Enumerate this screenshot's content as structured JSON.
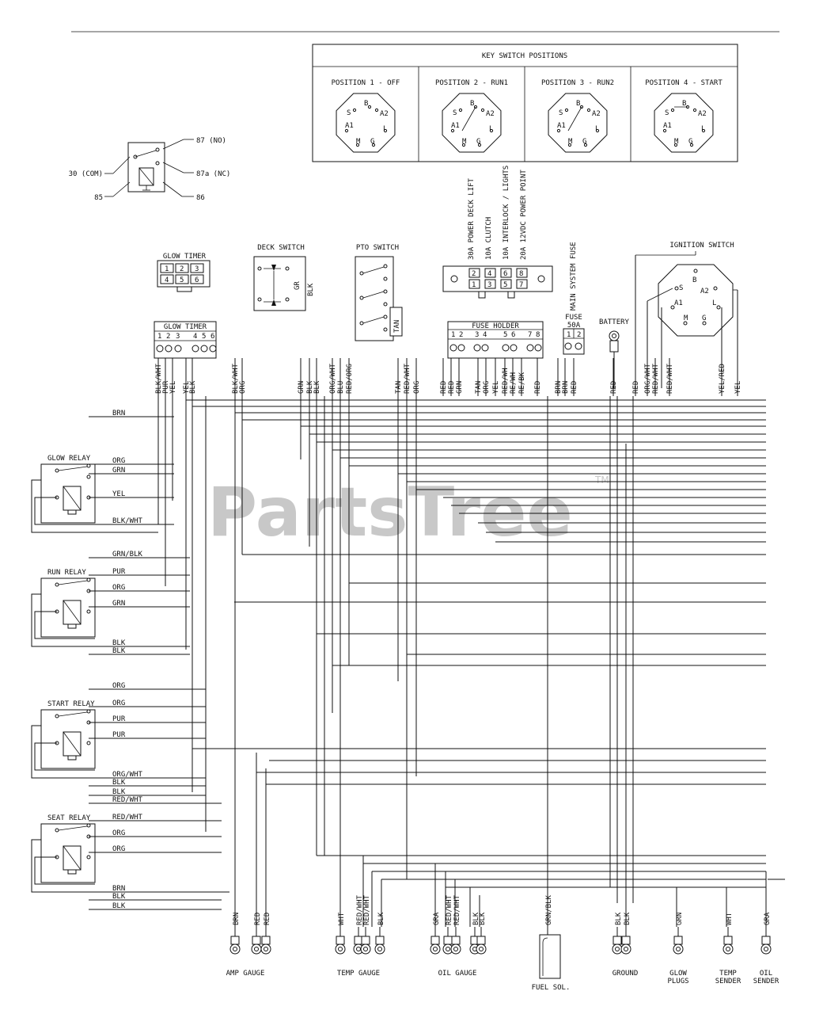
{
  "watermark": {
    "text": "PartsTree",
    "tm": "TM"
  },
  "key_switch": {
    "title": "KEY SWITCH POSITIONS",
    "positions": [
      {
        "label": "POSITION 1 - OFF"
      },
      {
        "label": "POSITION 2 - RUN1"
      },
      {
        "label": "POSITION 3 - RUN2"
      },
      {
        "label": "POSITION 4 - START"
      }
    ],
    "terminals": [
      "S",
      "B",
      "A2",
      "A1",
      "L",
      "M",
      "G"
    ]
  },
  "relay_legend": {
    "no": "87 (NO)",
    "com": "30 (COM)",
    "nc": "87a (NC)",
    "p85": "85",
    "p86": "86"
  },
  "glow_timer_block": {
    "title": "GLOW TIMER",
    "pins": [
      "1",
      "2",
      "3",
      "4",
      "5",
      "6"
    ]
  },
  "glow_timer_conn": {
    "title": "GLOW TIMER",
    "pins": [
      "1",
      "2",
      "3",
      "4",
      "5",
      "6"
    ]
  },
  "deck_switch": {
    "title": "DECK SWITCH",
    "wires": [
      "GR",
      "BLK"
    ]
  },
  "pto_switch": {
    "title": "PTO SWITCH",
    "wire": "TAN"
  },
  "fuse_ratings": [
    "30A POWER DECK LIFT",
    "10A CLUTCH",
    "10A INTERLOCK / LIGHTS",
    "20A 12VDC POWER POINT"
  ],
  "fuse_block_pins": [
    "2",
    "4",
    "6",
    "8",
    "1",
    "3",
    "5",
    "7"
  ],
  "main_fuse_label": "MAIN SYSTEM FUSE",
  "fuse_holder": {
    "title": "FUSE HOLDER",
    "pins": [
      "1",
      "2",
      "3",
      "4",
      "5",
      "6",
      "7",
      "8"
    ]
  },
  "fuse": {
    "title": "FUSE",
    "rating": "50A",
    "pins": [
      "1",
      "2"
    ]
  },
  "battery": {
    "title": "BATTERY"
  },
  "ignition_switch": {
    "title": "IGNITION SWITCH",
    "terminals": [
      "S",
      "B",
      "A2",
      "A1",
      "L",
      "M",
      "G"
    ]
  },
  "top_wires": [
    "BLK/WHT",
    "PUR",
    "YEL",
    "YEL",
    "BLK",
    "BLK/WHT",
    "ORG",
    "GRN",
    "BLK",
    "BLK",
    "ORG/WHT",
    "BLU",
    "RED/ORG",
    "TAN",
    "RED/WHT",
    "ORG",
    "RED",
    "RED",
    "GRN",
    "TAN",
    "ORG",
    "YEL",
    "RED/WH",
    "RE/WH",
    "RE/BK",
    "RED",
    "BRN",
    "BRN",
    "RED",
    "RED",
    "RED",
    "ORG/WHT",
    "RED/WHT",
    "RED/WHT",
    "YEL/RED",
    "YEL"
  ],
  "relays": [
    {
      "title": "GLOW RELAY",
      "wires": [
        "BRN",
        "ORG",
        "GRN",
        "YEL",
        "BLK/WHT"
      ]
    },
    {
      "title": "RUN RELAY",
      "wires": [
        "GRN/BLK",
        "PUR",
        "ORG",
        "GRN",
        "BLK",
        "BLK"
      ]
    },
    {
      "title": "START RELAY",
      "wires": [
        "ORG",
        "ORG",
        "PUR",
        "PUR",
        "ORG/WHT",
        "BLK",
        "BLK"
      ]
    },
    {
      "title": "SEAT RELAY",
      "wires": [
        "RED/WHT",
        "RED/WHT",
        "ORG",
        "ORG",
        "BRN",
        "BLK",
        "BLK"
      ]
    }
  ],
  "bottom_components": [
    {
      "label": "AMP GAUGE",
      "wires": [
        "BRN",
        "RED",
        "RED"
      ]
    },
    {
      "label": "TEMP GAUGE",
      "wires": [
        "WHT",
        "RED/WHT",
        "RED/WHT",
        "BLK"
      ]
    },
    {
      "label": "OIL GAUGE",
      "wires": [
        "GRA",
        "RED/WHT",
        "RED/WHT",
        "BLK",
        "BLK"
      ]
    },
    {
      "label": "FUEL SOL.",
      "wires": [
        "GRN/BLK"
      ]
    },
    {
      "label": "GROUND",
      "wires": [
        "BLK",
        "BLK"
      ]
    },
    {
      "label": "GLOW",
      "label2": "PLUGS",
      "wires": [
        "GRN"
      ]
    },
    {
      "label": "TEMP",
      "label2": "SENDER",
      "wires": [
        "WHT"
      ]
    },
    {
      "label": "OIL",
      "label2": "SENDER",
      "wires": [
        "GRA"
      ]
    }
  ]
}
